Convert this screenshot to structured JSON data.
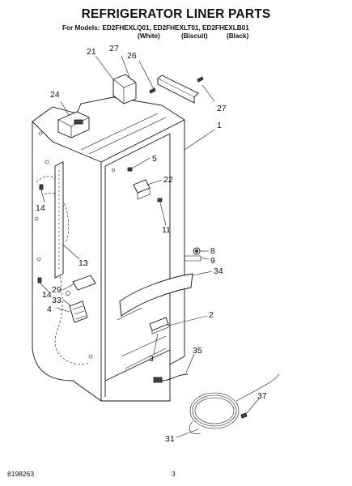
{
  "header": {
    "title": "REFRIGERATOR LINER PARTS",
    "models_label": "For Models:",
    "models": "ED2FHEXLQ01, ED2FHEXLT01, ED2FHEXLB01",
    "variants": [
      "(White)",
      "(Biscuit)",
      "(Black)"
    ]
  },
  "callouts": [
    "21",
    "27",
    "26",
    "27",
    "24",
    "1",
    "5",
    "22",
    "14",
    "11",
    "13",
    "8",
    "9",
    "34",
    "14",
    "29",
    "33",
    "4",
    "2",
    "3",
    "35",
    "37",
    "31"
  ],
  "footer": {
    "doc_number": "8198263",
    "page_number": "3"
  }
}
